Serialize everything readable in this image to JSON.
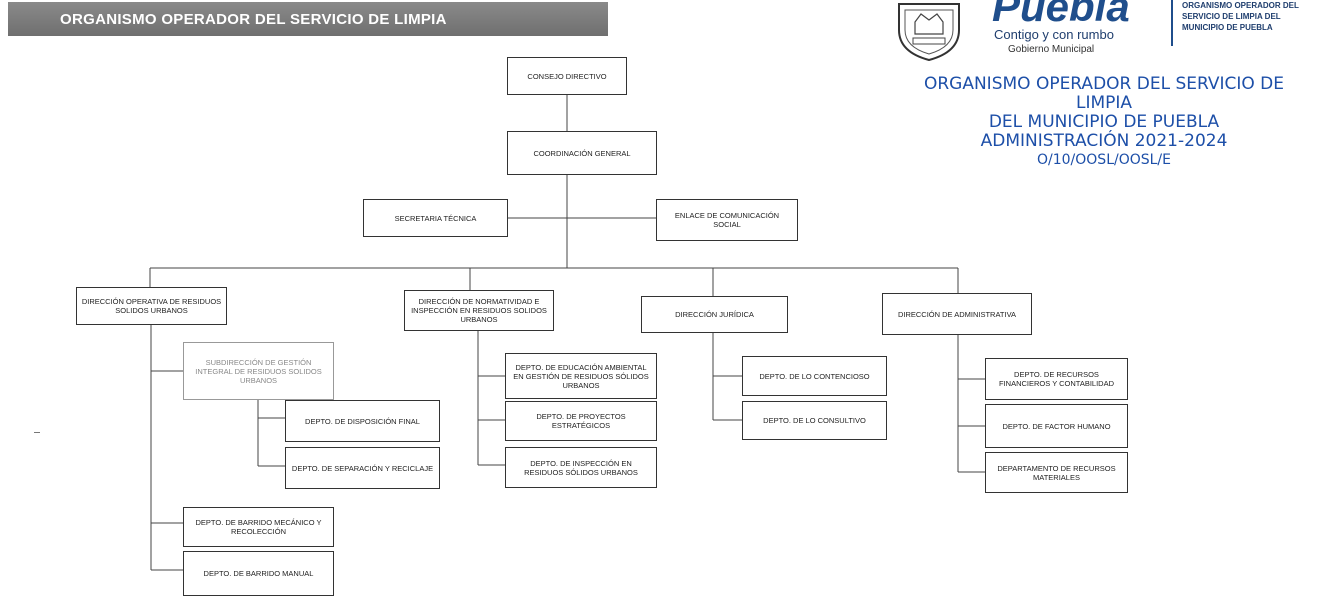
{
  "header": {
    "banner_title": "ORGANISMO OPERADOR DEL SERVICIO DE LIMPIA",
    "logo_word": "Puebla",
    "logo_slogan": "Contigo y con rumbo",
    "logo_subtitle": "Gobierno Municipal",
    "side_lines": [
      "ORGANISMO OPERADOR DEL",
      "SERVICIO DE LIMPIA DEL",
      "MUNICIPIO DE PUEBLA"
    ]
  },
  "stamp": {
    "line1": "ORGANISMO OPERADOR DEL SERVICIO DE LIMPIA",
    "line2": "DEL MUNICIPIO DE PUEBLA",
    "line3": "ADMINISTRACIÓN 2021-2024",
    "line4": "O/10/OOSL/OOSL/E"
  },
  "org": {
    "consejo": "CONSEJO DIRECTIVO",
    "coordinacion": "COORDINACIÓN GENERAL",
    "secretaria": "SECRETARIA TÉCNICA",
    "enlace": "ENLACE DE COMUNICACIÓN SOCIAL",
    "dir_operativa": "DIRECCIÓN OPERATIVA DE RESIDUOS SOLIDOS URBANOS",
    "subdireccion": "SUBDIRECCIÓN DE GESTIÓN INTEGRAL DE RESIDUOS SOLIDOS URBANOS",
    "depto_disposicion": "DEPTO. DE DISPOSICIÓN FINAL",
    "depto_separacion": "DEPTO. DE SEPARACIÓN Y RECICLAJE",
    "depto_barrido_mec": "DEPTO. DE BARRIDO MECÁNICO Y RECOLECCIÓN",
    "depto_barrido_man": "DEPTO. DE BARRIDO MANUAL",
    "dir_normatividad": "DIRECCIÓN DE NORMATIVIDAD E INSPECCIÓN EN RESIDUOS SOLIDOS URBANOS",
    "depto_educacion": "DEPTO. DE EDUCACIÓN AMBIENTAL EN GESTIÓN DE RESIDUOS SÓLIDOS URBANOS",
    "depto_proyectos": "DEPTO. DE PROYECTOS ESTRATÉGICOS",
    "depto_inspeccion": "DEPTO. DE INSPECCIÓN EN RESIDUOS SÓLIDOS URBANOS",
    "dir_juridica": "DIRECCIÓN JURÍDICA",
    "depto_contencioso": "DEPTO. DE LO CONTENCIOSO",
    "depto_consultivo": "DEPTO. DE LO CONSULTIVO",
    "dir_administrativa": "DIRECCIÓN DE ADMINISTRATIVA",
    "depto_recursos_fin": "DEPTO. DE RECURSOS FINANCIEROS Y CONTABILIDAD",
    "depto_factor": "DEPTO. DE FACTOR HUMANO",
    "depto_materiales": "DEPARTAMENTO DE RECURSOS MATERIALES"
  },
  "colors": {
    "banner": "#777777",
    "stamp_ink": "#1d4fa8",
    "logo_blue": "#1f4e8c",
    "line": "#444444"
  }
}
